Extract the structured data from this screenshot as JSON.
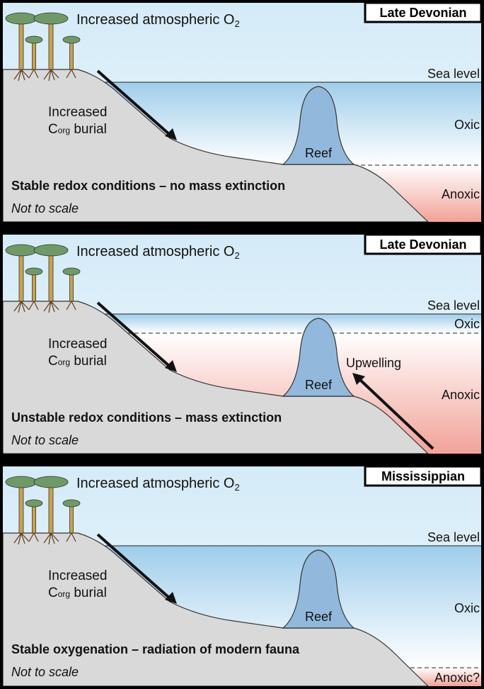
{
  "panels": [
    {
      "period": "Late Devonian",
      "atmosphere_label": "Increased atmospheric O",
      "atmosphere_subscript": "2",
      "sea_level_label": "Sea level",
      "burial_line1": "Increased",
      "burial_c": "C",
      "burial_sub": "org",
      "burial_rest": " burial",
      "reef_label": "Reef",
      "zone_upper": "Oxic",
      "zone_lower": "Anoxic",
      "headline": "Stable redox conditions – no mass extinction",
      "scale_note": "Not to scale"
    },
    {
      "period": "Late Devonian",
      "atmosphere_label": "Increased atmospheric O",
      "atmosphere_subscript": "2",
      "sea_level_label": "Sea level",
      "burial_line1": "Increased",
      "burial_c": "C",
      "burial_sub": "org",
      "burial_rest": " burial",
      "reef_label": "Reef",
      "zone_upper": "Oxic",
      "zone_lower": "Anoxic",
      "upwelling_label": "Upwelling",
      "headline": "Unstable redox conditions – mass extinction",
      "scale_note": "Not to scale"
    },
    {
      "period": "Mississippian",
      "atmosphere_label": "Increased atmospheric O",
      "atmosphere_subscript": "2",
      "sea_level_label": "Sea level",
      "burial_line1": "Increased",
      "burial_c": "C",
      "burial_sub": "org",
      "burial_rest": " burial",
      "reef_label": "Reef",
      "zone_upper": "Oxic",
      "zone_lower": "Anoxic?",
      "headline": "Stable oxygenation – radiation of modern fauna",
      "scale_note": "Not to scale"
    }
  ],
  "colors": {
    "sky_top": "#d4ebf8",
    "sky_bottom": "#eaf5fb",
    "sea_top": "#9fcdeb",
    "sea_bottom": "#ffffff",
    "anoxic": "#f2a298",
    "land": "#d9d9d9",
    "reef": "#92b9dc",
    "tree_trunk": "#c9a24b",
    "tree_canopy": "#6f9a68",
    "frame": "#000000"
  }
}
